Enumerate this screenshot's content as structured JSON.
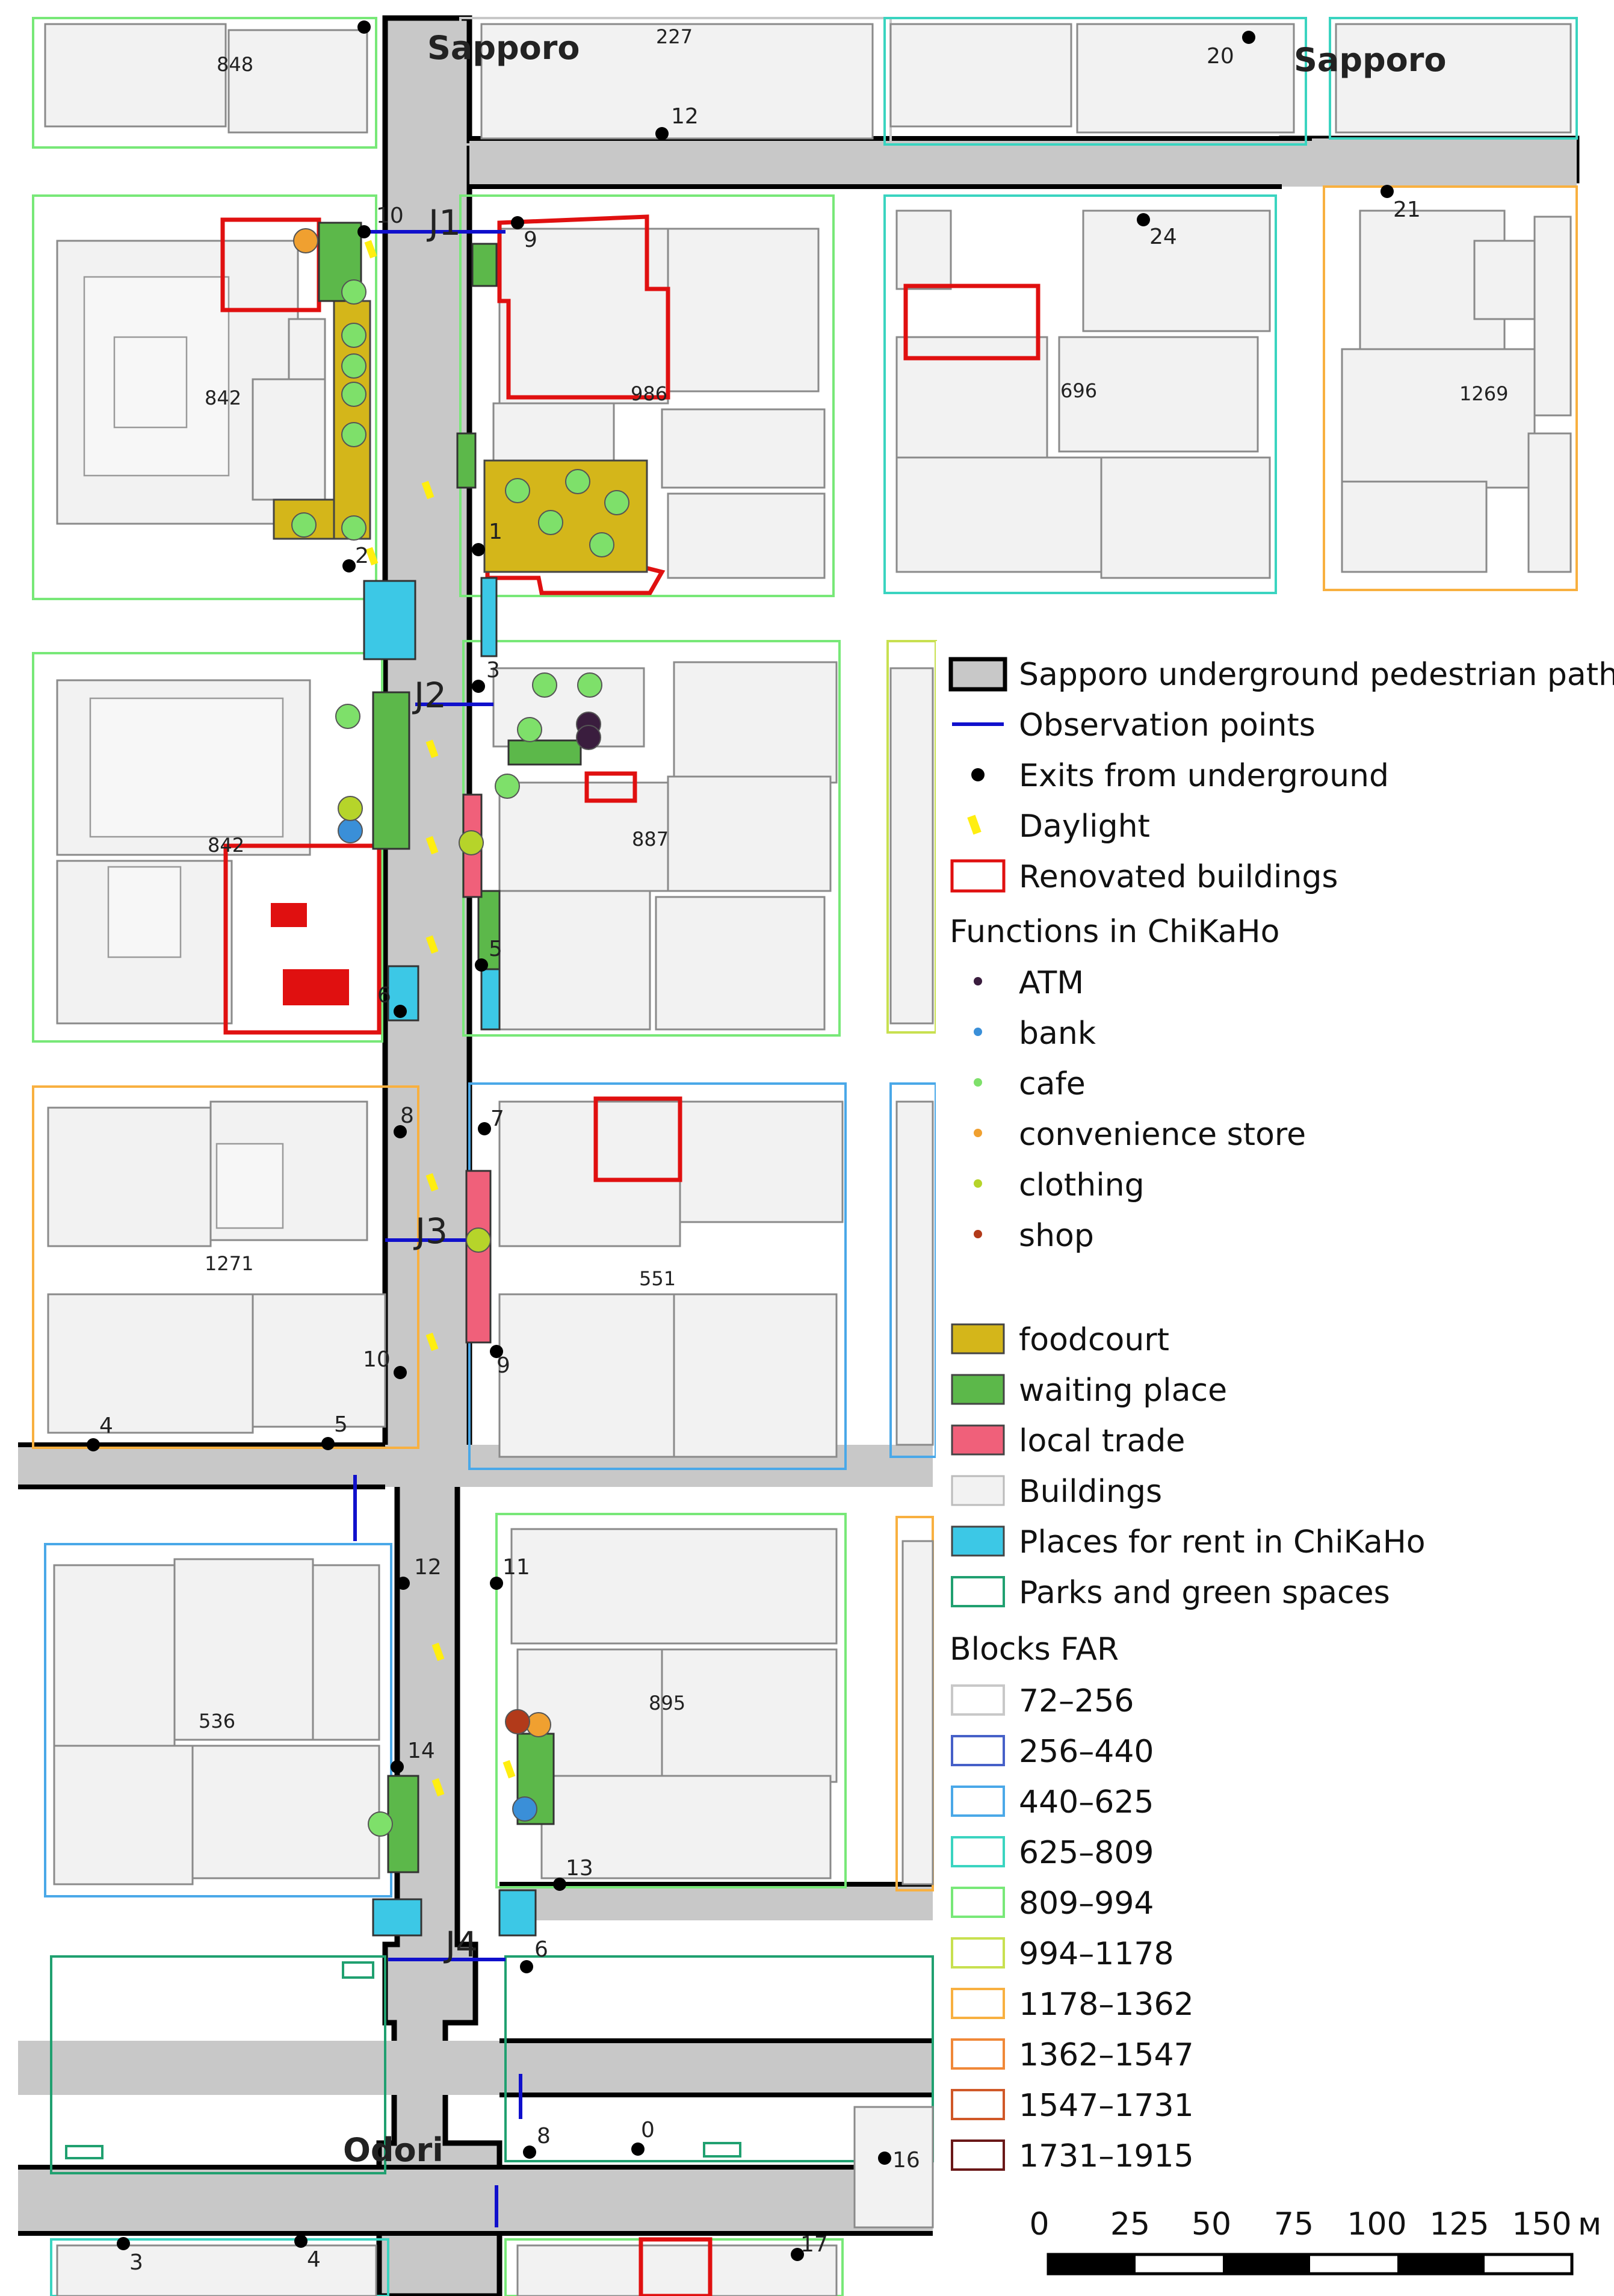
{
  "map": {
    "street_labels": {
      "sapporo_1": "Sapporo",
      "sapporo_2": "Sapporo",
      "odori": "Odori"
    },
    "junctions": {
      "j1": "J1",
      "j2": "J2",
      "j3": "J3",
      "j4": "J4"
    },
    "exit_numbers": [
      "10",
      "9",
      "2",
      "1",
      "3",
      "6",
      "5",
      "8",
      "7",
      "10",
      "9",
      "4",
      "5",
      "12",
      "11",
      "14",
      "13",
      "6",
      "8",
      "0",
      "16",
      "3",
      "4",
      "17",
      "12",
      "24",
      "21",
      "20"
    ],
    "far_numbers": [
      "848",
      "227",
      "842",
      "986",
      "696",
      "1269",
      "842",
      "887",
      "1271",
      "551",
      "536",
      "895"
    ]
  },
  "legend": {
    "items": [
      "Sapporo underground pedestrian path",
      "Observation points",
      "Exits from underground",
      "Daylight",
      "Renovated buildings"
    ],
    "functions_title": "Functions in ChiKaHo",
    "functions": [
      "ATM",
      "bank",
      "cafe",
      "convenience store",
      "clothing",
      "shop"
    ],
    "function_colors": [
      "#3a1d3e",
      "#3a8fd8",
      "#7ee06a",
      "#f0a030",
      "#b6d42a",
      "#b23a1a"
    ],
    "areas": [
      "foodcourt",
      "waiting place",
      "local trade",
      "Buildings",
      "Places for rent in ChiKaHo",
      "Parks and green spaces"
    ],
    "area_colors": [
      "#d4b61a",
      "#5cb84a",
      "#f0607a",
      "#f2f2f2",
      "#3cc8e6",
      "#ffffff"
    ],
    "far_title": "Blocks FAR",
    "far_classes": [
      "72–256",
      "256–440",
      "440–625",
      "625–809",
      "809–994",
      "994–1178",
      "1178–1362",
      "1362–1547",
      "1547–1731",
      "1731–1915"
    ],
    "far_colors": [
      "#c8c8c8",
      "#4660c8",
      "#4aa8e8",
      "#3ad4c0",
      "#78e878",
      "#c8e050",
      "#f8b040",
      "#f08838",
      "#d05828",
      "#6a1818"
    ]
  },
  "scalebar": {
    "ticks": [
      "0",
      "25",
      "50",
      "75",
      "100",
      "125",
      "150"
    ],
    "unit": "м"
  }
}
